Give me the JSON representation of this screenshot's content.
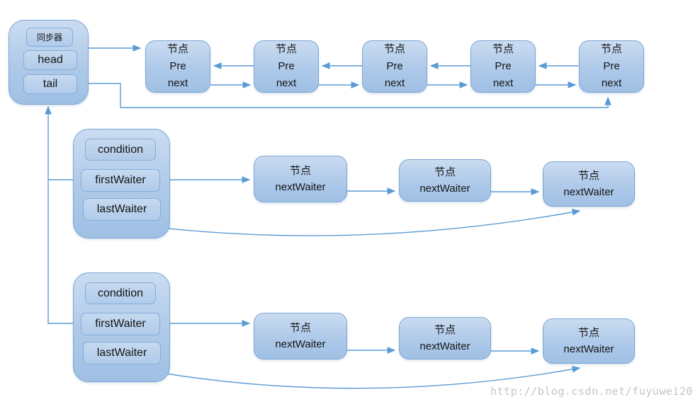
{
  "synchronizer": {
    "title": "同步器",
    "fields": [
      {
        "label": "head"
      },
      {
        "label": "tail"
      }
    ]
  },
  "sync_queue": {
    "nodes": [
      {
        "title": "节点",
        "pre": "Pre",
        "next": "next"
      },
      {
        "title": "节点",
        "pre": "Pre",
        "next": "next"
      },
      {
        "title": "节点",
        "pre": "Pre",
        "next": "next"
      },
      {
        "title": "节点",
        "pre": "Pre",
        "next": "next"
      },
      {
        "title": "节点",
        "pre": "Pre",
        "next": "next"
      }
    ]
  },
  "condition_queues": [
    {
      "fields": [
        {
          "label": "condition"
        },
        {
          "label": "firstWaiter"
        },
        {
          "label": "lastWaiter"
        }
      ],
      "nodes": [
        {
          "title": "节点",
          "field": "nextWaiter"
        },
        {
          "title": "节点",
          "field": "nextWaiter"
        },
        {
          "title": "节点",
          "field": "nextWaiter"
        }
      ]
    },
    {
      "fields": [
        {
          "label": "condition"
        },
        {
          "label": "firstWaiter"
        },
        {
          "label": "lastWaiter"
        }
      ],
      "nodes": [
        {
          "title": "节点",
          "field": "nextWaiter"
        },
        {
          "title": "节点",
          "field": "nextWaiter"
        },
        {
          "title": "节点",
          "field": "nextWaiter"
        }
      ]
    }
  ],
  "watermark": "http://blog.csdn.net/fuyuwei20",
  "colors": {
    "connector": "#5b9bd5",
    "node_fill_top": "#cadcf1",
    "node_fill_bottom": "#9fc0e4",
    "node_border": "#7ca6d5",
    "text": "#1f1f1f",
    "watermark": "#ccc2c2"
  }
}
